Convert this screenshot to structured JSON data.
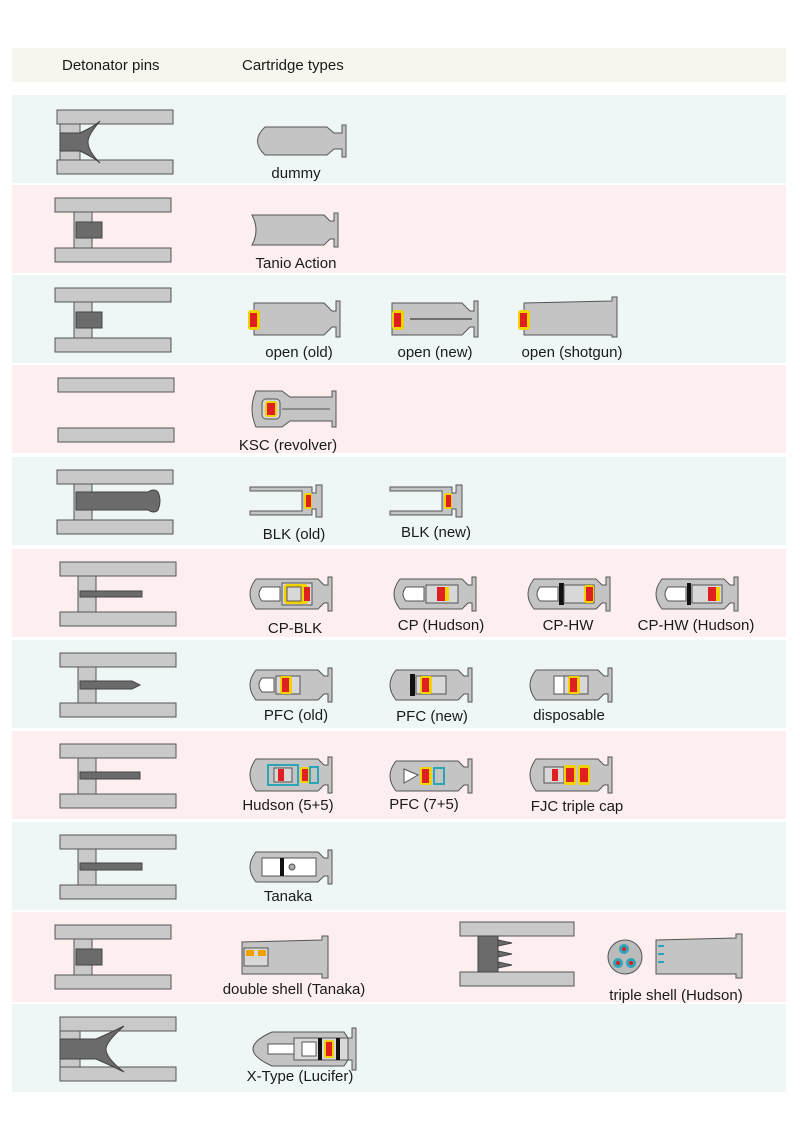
{
  "header": {
    "col_pins": "Detonator  pins",
    "col_types": "Cartridge types"
  },
  "rows": [
    {
      "labels": [
        "dummy"
      ]
    },
    {
      "labels": [
        "Tanio Action"
      ]
    },
    {
      "labels": [
        "open (old)",
        "open (new)",
        "open (shotgun)"
      ]
    },
    {
      "labels": [
        "KSC (revolver)"
      ]
    },
    {
      "labels": [
        "BLK (old)",
        "BLK (new)"
      ]
    },
    {
      "labels": [
        "CP-BLK",
        "CP (Hudson)",
        "CP-HW",
        "CP-HW (Hudson)"
      ]
    },
    {
      "labels": [
        "PFC (old)",
        "PFC (new)",
        "disposable"
      ]
    },
    {
      "labels": [
        "Hudson (5+5)",
        "PFC (7+5)",
        "FJC triple cap"
      ]
    },
    {
      "labels": [
        "Tanaka"
      ]
    },
    {
      "labels": [
        "double shell (Tanaka)",
        "triple shell (Hudson)"
      ]
    },
    {
      "labels": [
        "X-Type (Lucifer)"
      ]
    }
  ],
  "colors": {
    "row_blue": "#eef6f6",
    "row_pink": "#fdefef",
    "header_bg": "#f6f6ef",
    "primer_red": "#e02020",
    "primer_yellow": "#f2d200",
    "cap_cyan": "#2aa6b8"
  }
}
